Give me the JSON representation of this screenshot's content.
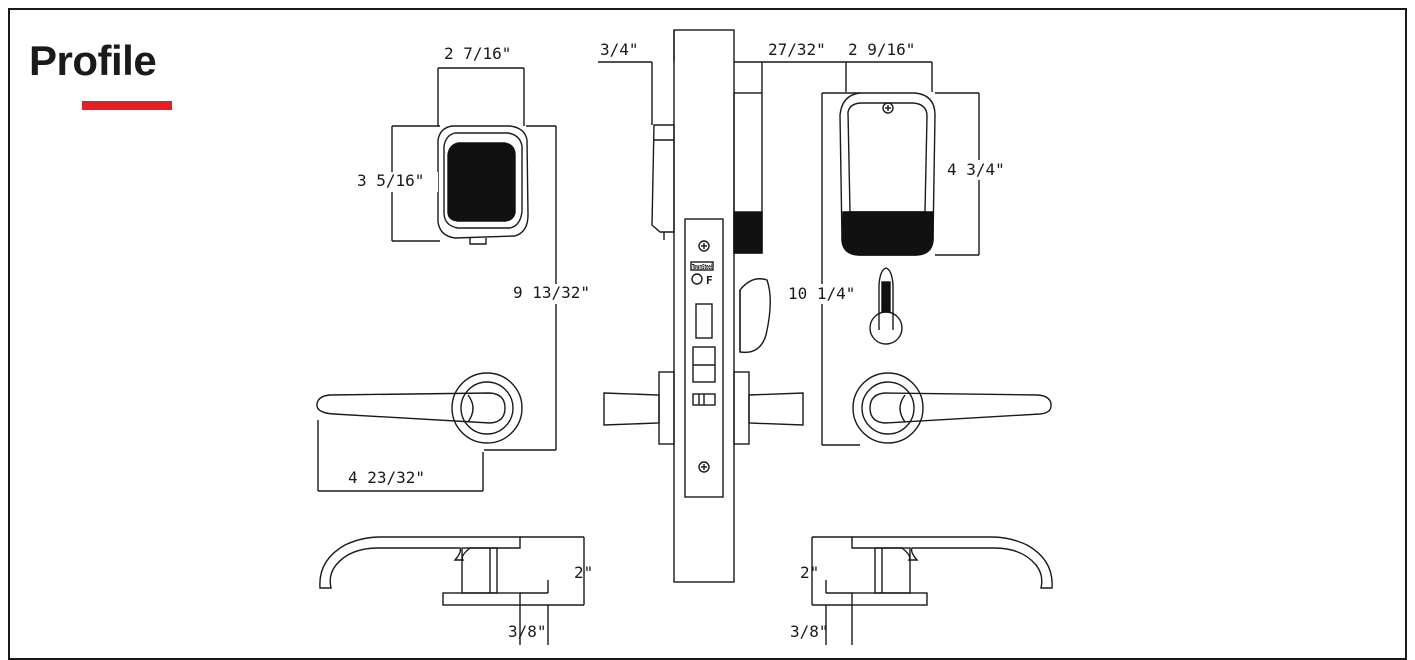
{
  "title": "Profile",
  "accent_color": "#e31e24",
  "line_color": "#1a1a1a",
  "fill_color": "#111111",
  "dimensions": {
    "pad_width": "2 7/16\"",
    "pad_height": "3 5/16\"",
    "total_height_left": "9 13/32\"",
    "lever_length": "4 23/32\"",
    "lever_projection_left": "2\"",
    "rose_thickness_left": "3/8\"",
    "door_inner_offset": "3/4\"",
    "door_outer_offset": "27/32\"",
    "outside_width": "2 9/16\"",
    "outside_height": "4 3/4\"",
    "total_height_right": "10 1/4\"",
    "lever_projection_right": "2\"",
    "rose_thickness_right": "3/8\""
  },
  "mortise_labels": {
    "brand_plate": "TownSteel",
    "fire_mark": "F"
  }
}
